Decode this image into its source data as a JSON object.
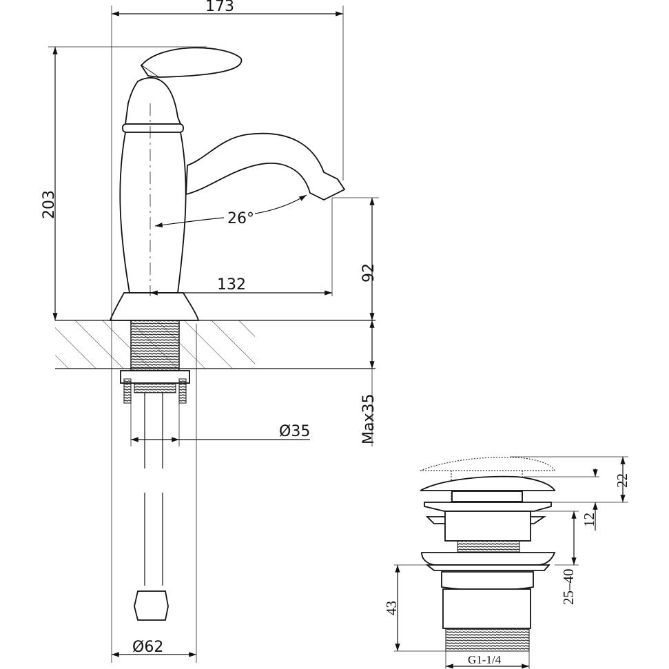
{
  "faucet": {
    "overall_width": "173",
    "overall_height": "203",
    "spout_angle": "26°",
    "spout_reach": "132",
    "spout_height": "92",
    "max_counter_thickness": "Max35",
    "shank_diameter": "Ø35",
    "base_diameter": "Ø62"
  },
  "drain": {
    "open_height": "22",
    "cap_lift": "12",
    "basin_thickness_range": "25–40",
    "body_length": "43",
    "thread_size": "G1-1/4"
  }
}
